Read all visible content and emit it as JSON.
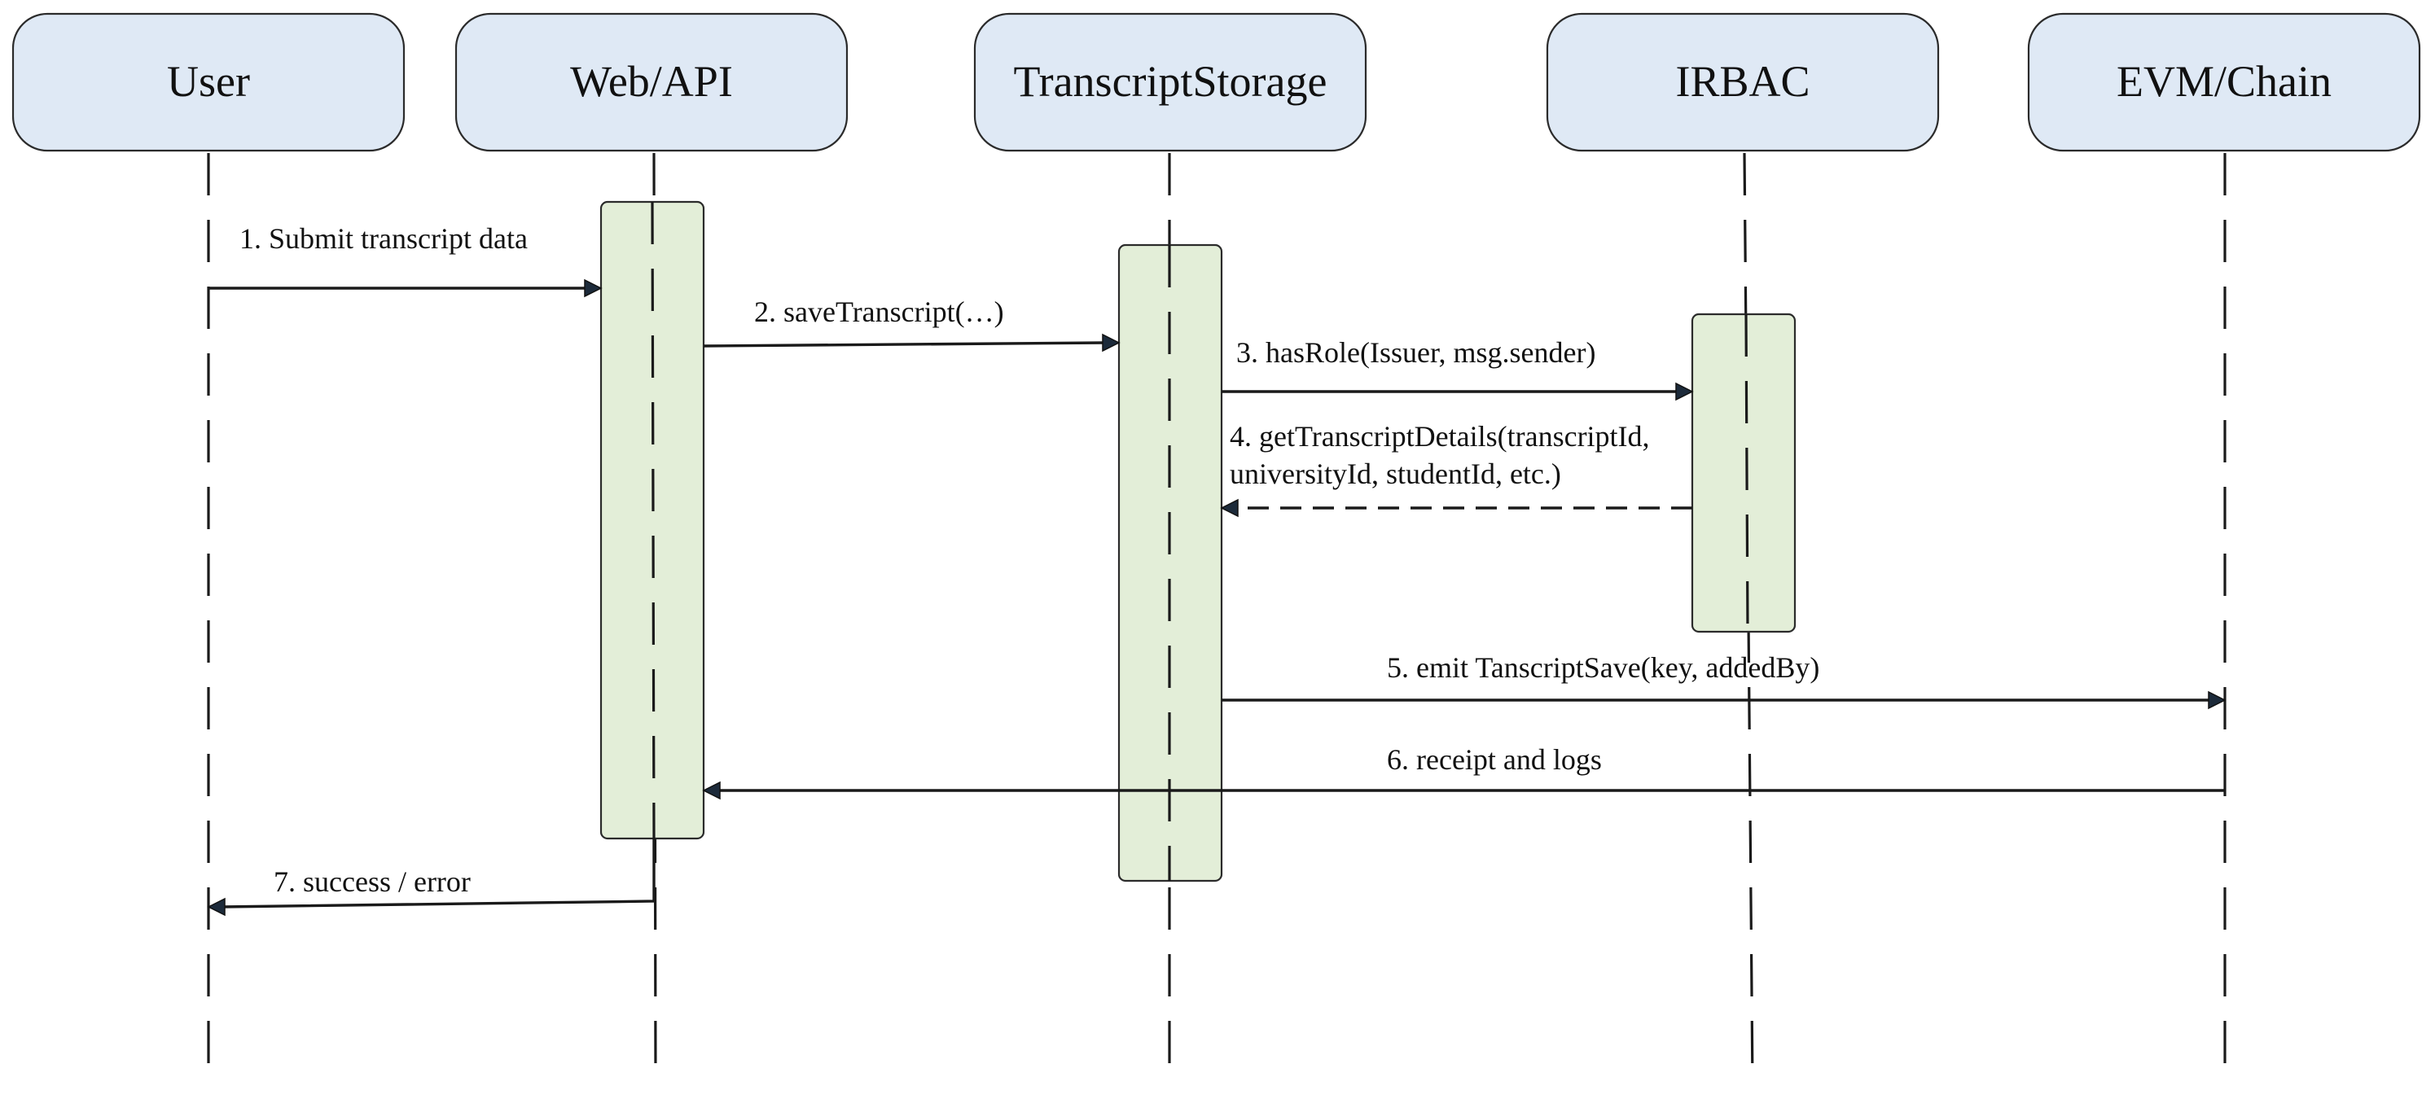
{
  "participants": [
    {
      "id": "user",
      "label": "User"
    },
    {
      "id": "webapi",
      "label": "Web/API"
    },
    {
      "id": "storage",
      "label": "TranscriptStorage"
    },
    {
      "id": "irbac",
      "label": "IRBAC"
    },
    {
      "id": "evm",
      "label": "EVM/Chain"
    }
  ],
  "messages": [
    {
      "id": "m1",
      "lines": [
        "1. Submit transcript data"
      ],
      "style": "solid"
    },
    {
      "id": "m2",
      "lines": [
        "2. saveTranscript(…)"
      ],
      "style": "solid"
    },
    {
      "id": "m3",
      "lines": [
        "3. hasRole(Issuer, msg.sender)"
      ],
      "style": "solid"
    },
    {
      "id": "m4",
      "lines": [
        "4. getTranscriptDetails(transcriptId,",
        "universityId, studentId, etc.)"
      ],
      "style": "dashed"
    },
    {
      "id": "m5",
      "lines": [
        "5. emit TanscriptSave(key, addedBy)"
      ],
      "style": "solid"
    },
    {
      "id": "m6",
      "lines": [
        "6. receipt and logs"
      ],
      "style": "solid"
    },
    {
      "id": "m7",
      "lines": [
        "7. success / error"
      ],
      "style": "solid"
    }
  ],
  "colors": {
    "participant_fill": "#dfe9f5",
    "activation_fill": "#e3eed8",
    "line": "#1a1a1a",
    "arrow_head": "#1c2a3a"
  }
}
